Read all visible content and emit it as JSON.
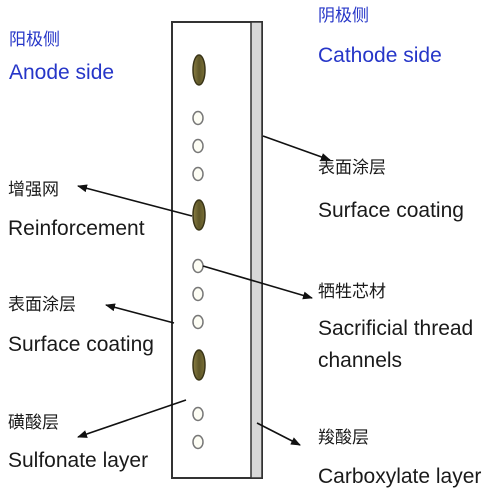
{
  "anode_side": {
    "zh": "阳极侧",
    "en": "Anode side"
  },
  "cathode_side": {
    "zh": "阴极侧",
    "en": "Cathode side"
  },
  "labels": {
    "reinforcement": {
      "zh": "增强网",
      "en": "Reinforcement"
    },
    "surface_coating_left": {
      "zh": "表面涂层",
      "en": "Surface coating"
    },
    "sulfonate_layer": {
      "zh": "磺酸层",
      "en": "Sulfonate layer"
    },
    "surface_coating_right": {
      "zh": "表面涂层",
      "en": "Surface coating"
    },
    "sacrificial_threads": {
      "zh": "牺牲芯材",
      "en_line1": "Sacrificial thread",
      "en_line2": "channels"
    },
    "carboxylate_layer": {
      "zh": "羧酸层",
      "en": "Carboxylate layer"
    }
  },
  "colors": {
    "anode_text": "#2636c8",
    "cathode_text": "#2636c8",
    "reinforcement_fill": "#6b6232",
    "membrane_outline": "#333333",
    "carboxylate_fill": "#d8d8d8"
  }
}
